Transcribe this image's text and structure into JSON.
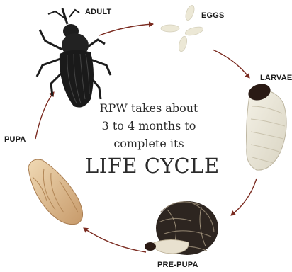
{
  "diagram": {
    "stages": {
      "adult": "ADULT",
      "eggs": "EGGS",
      "larvae": "LARVAE",
      "prepupa": "PRE-PUPA",
      "pupa": "PUPA"
    },
    "center_lines": [
      "RPW takes about",
      "3 to 4 months to",
      "complete its",
      "LIFE CYCLE"
    ],
    "arrow_color": "#7a2a1f",
    "cycle_order": [
      "ADULT",
      "EGGS",
      "LARVAE",
      "PRE-PUPA",
      "PUPA"
    ],
    "icons": [
      "weevil-adult-icon",
      "eggs-icon",
      "larva-icon",
      "prepupa-cocoon-icon",
      "pupa-icon"
    ]
  }
}
